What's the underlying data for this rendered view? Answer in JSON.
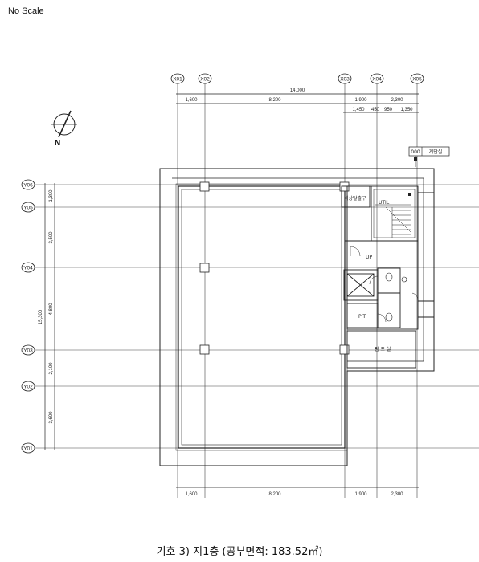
{
  "header": {
    "scale_note": "No Scale"
  },
  "caption": "기호 3) 지1층 (공부면적: 183.52㎡)",
  "grid": {
    "x_axes": [
      "X01",
      "X02",
      "X03",
      "X04",
      "X05"
    ],
    "y_axes": [
      "Y06",
      "Y05",
      "Y04",
      "Y03",
      "Y02",
      "Y01"
    ]
  },
  "dimensions": {
    "overall_top": "14,000",
    "top_spans": [
      "1,600",
      "8,200",
      "1,900",
      "2,300"
    ],
    "top_sub_spans": [
      "1,450",
      "450",
      "950",
      "1,350"
    ],
    "bottom_spans": [
      "1,600",
      "8,200",
      "1,900",
      "2,300"
    ],
    "overall_left": "15,300",
    "left_spans": [
      "1,300",
      "3,500",
      "4,800",
      "2,100",
      "3,600"
    ]
  },
  "rooms": {
    "stair_tag_number": "000",
    "stair_tag_name": "계단실",
    "emergency_exit": "비상탈출구",
    "util": "UTIL",
    "up": "UP",
    "pit": "PIT",
    "mech": "펌 프 실"
  },
  "compass": {
    "north": "N"
  }
}
